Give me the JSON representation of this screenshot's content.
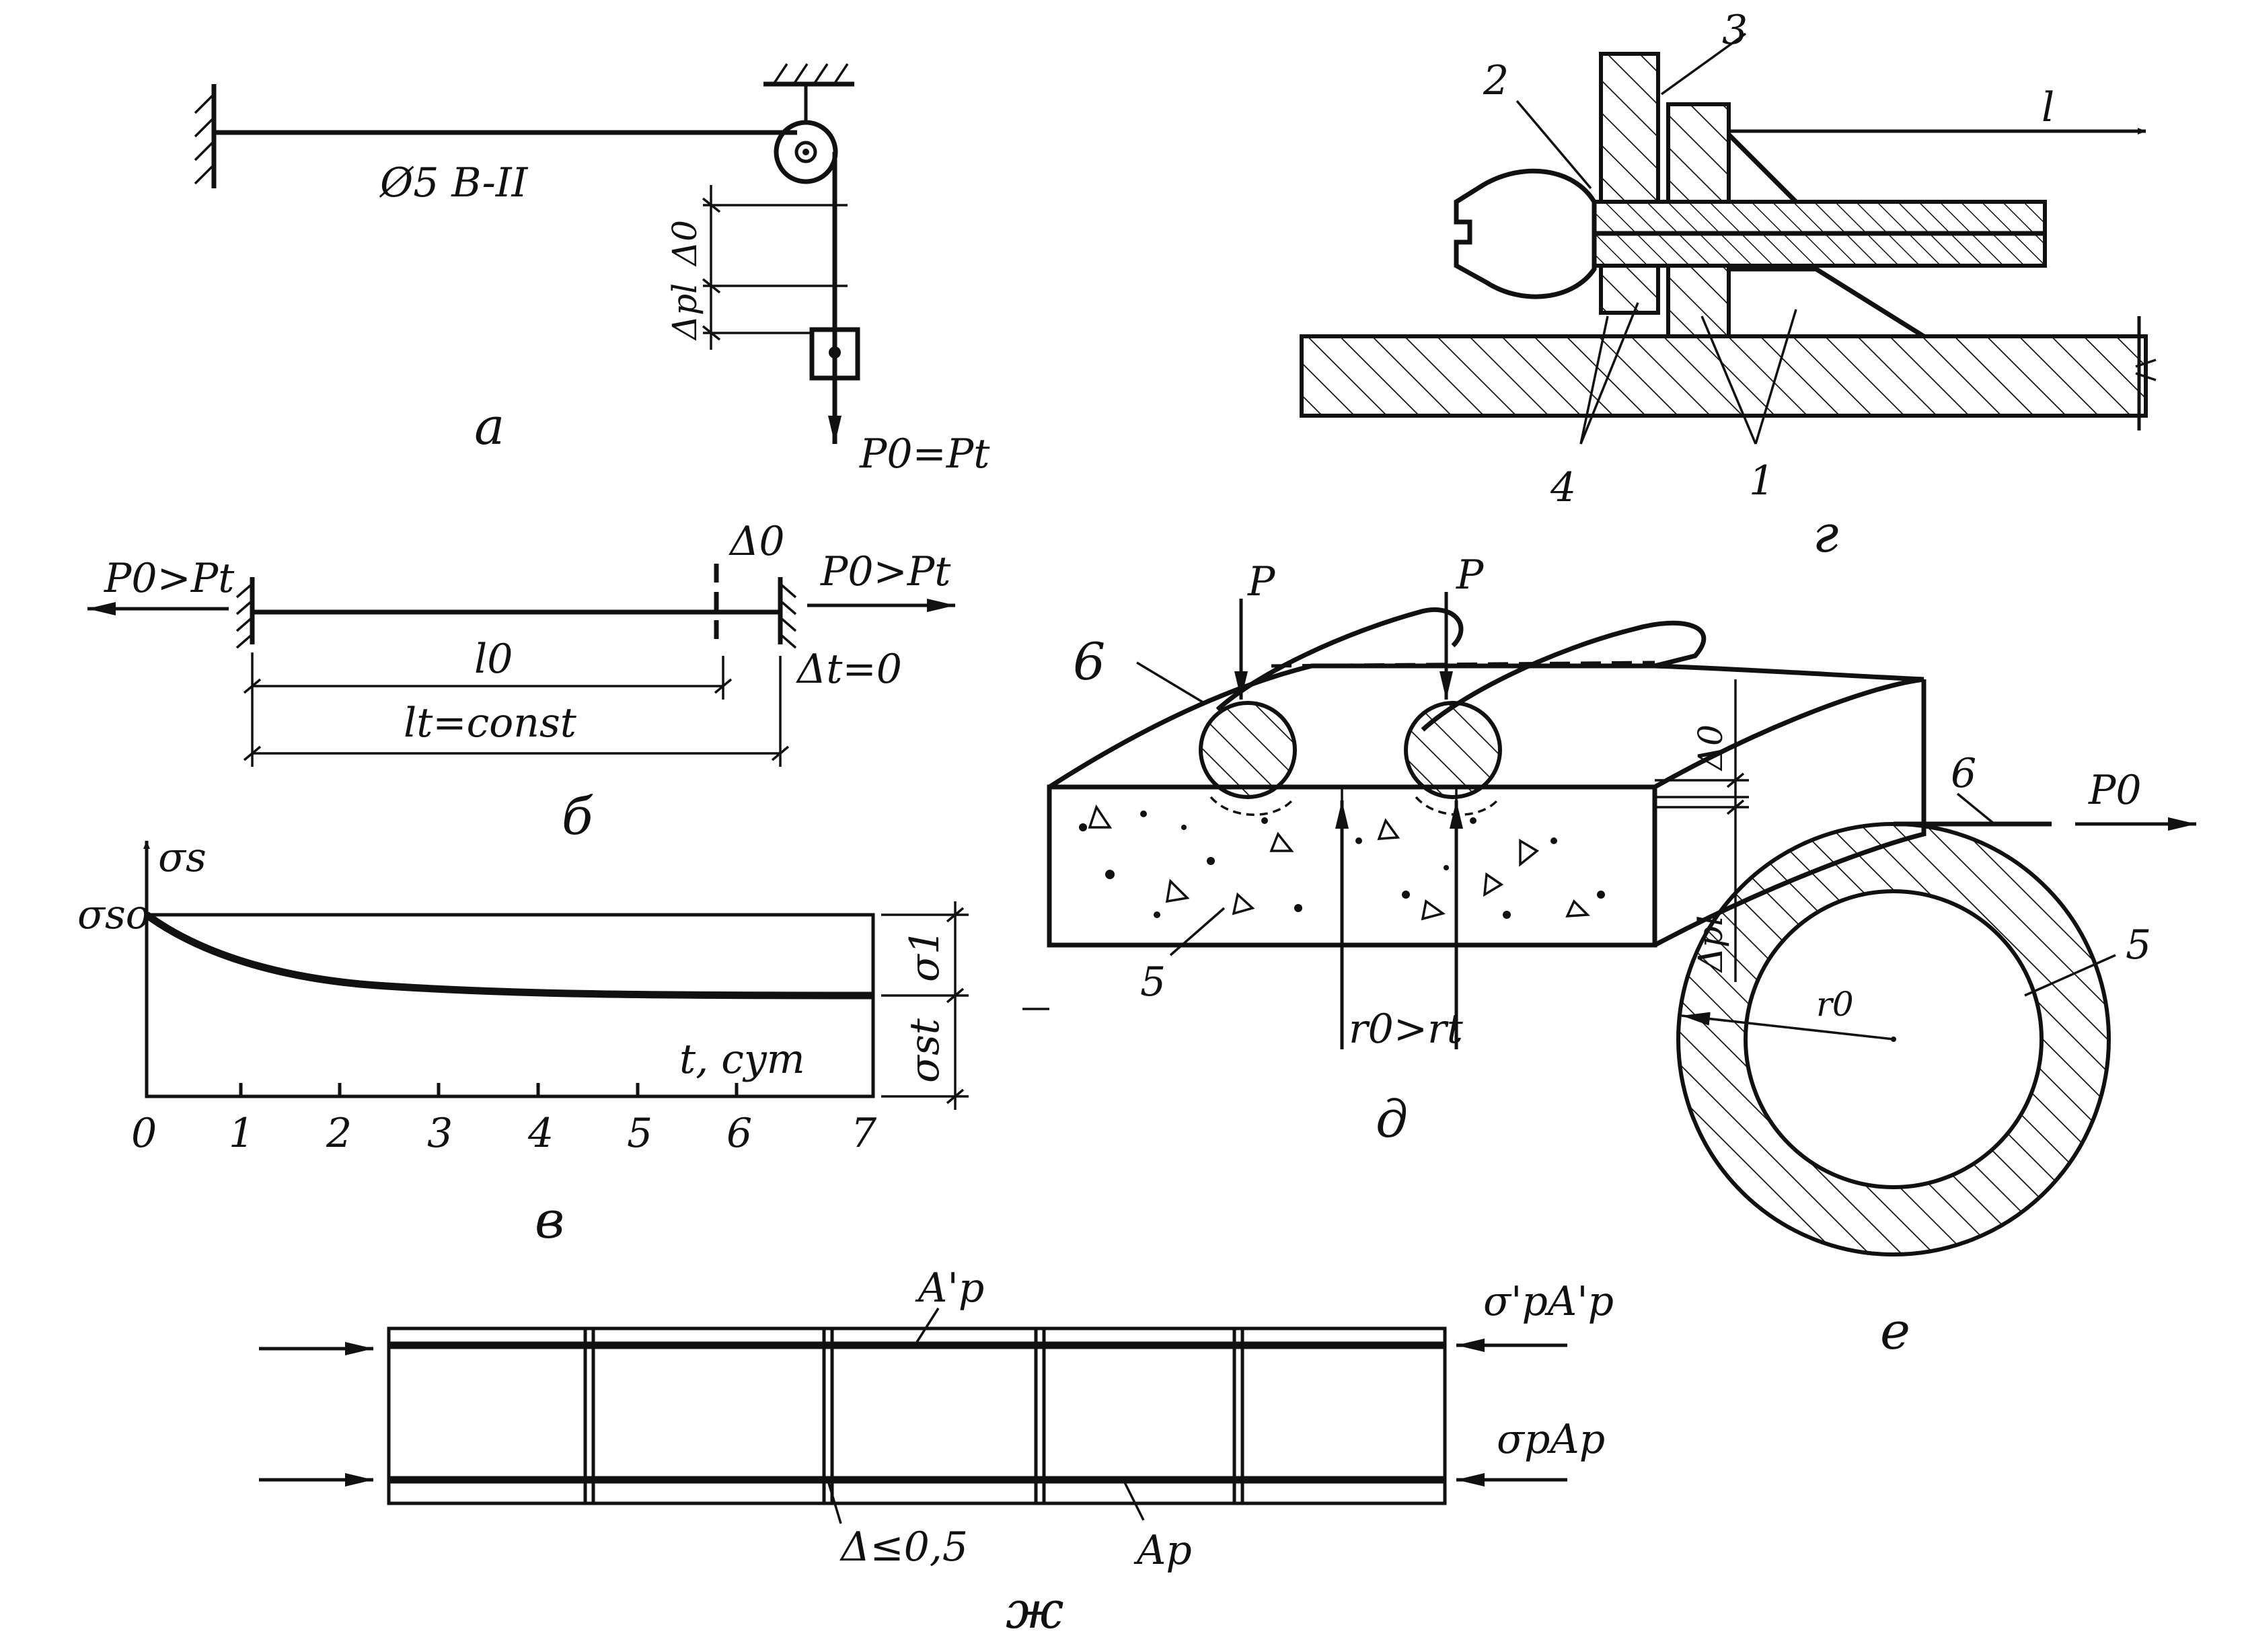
{
  "panel_a": {
    "wire_label": "Ø5 B-II",
    "delta0": "Δ0",
    "deltapl": "Δpl",
    "force": "P0=Pt",
    "caption": "a"
  },
  "panel_b": {
    "force_left": "P0>Pt",
    "force_right": "P0>Pt",
    "delta0": "Δ0",
    "l0": "l0",
    "lt": "lt=const",
    "delta_t": "Δt=0",
    "caption": "б"
  },
  "panel_v": {
    "ylabel": "σs",
    "y0label": "σso",
    "sigma1": "σ1",
    "sigmast": "σst",
    "xlabel": "t, cym",
    "ticks": [
      "0",
      "1",
      "2",
      "3",
      "4",
      "5",
      "6",
      "7"
    ],
    "caption": "в"
  },
  "panel_g": {
    "labels": [
      "1",
      "2",
      "3",
      "4"
    ],
    "l": "l",
    "caption": "г"
  },
  "panel_d": {
    "P1": "P",
    "P2": "P",
    "n6": "6",
    "n5": "5",
    "delta0": "Δ0",
    "deltapl": "Δpl",
    "radius": "r0>rt",
    "caption": "д"
  },
  "panel_e": {
    "n6": "6",
    "n5": "5",
    "force": "P0",
    "radius": "r0",
    "caption": "e"
  },
  "panel_zh": {
    "ap_prime": "A'p",
    "ap": "Ap",
    "force_top": "σ'pA'p",
    "force_bot": "σpAp",
    "gap": "Δ≤0,5",
    "caption": "ж"
  }
}
